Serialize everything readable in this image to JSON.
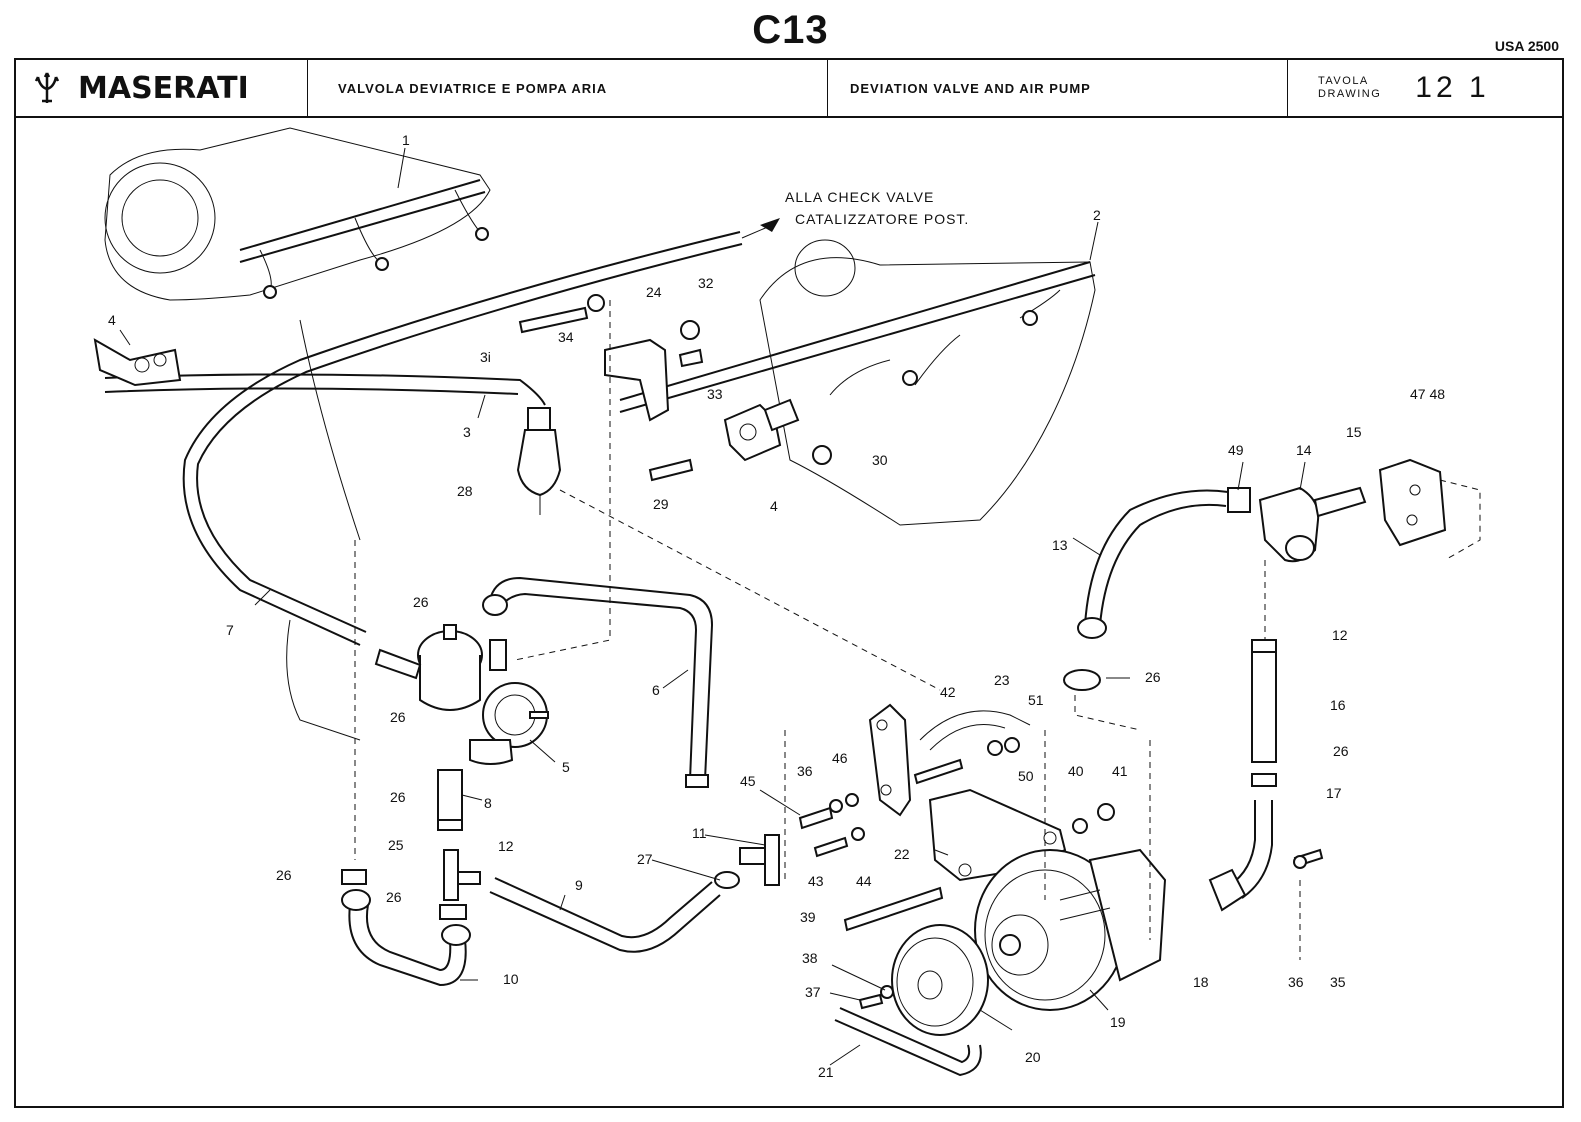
{
  "page": {
    "code": "C13",
    "market": "USA 2500"
  },
  "header": {
    "brand": "MASERATI",
    "title_it": "VALVOLA DEVIATRICE E POMPA ARIA",
    "title_en": "DEVIATION VALVE AND AIR PUMP",
    "tavola_label": "TAVOLA",
    "drawing_label": "DRAWING",
    "drawing_number": "12 1"
  },
  "diagram": {
    "note_line1": "ALLA CHECK VALVE",
    "note_line2": "CATALIZZATORE POST.",
    "callouts": [
      "1",
      "2",
      "3",
      "4",
      "3i",
      "34",
      "24",
      "32",
      "33",
      "28",
      "29",
      "4",
      "30",
      "7",
      "26",
      "6",
      "5",
      "26",
      "8",
      "26",
      "25",
      "12",
      "26",
      "26",
      "10",
      "9",
      "27",
      "11",
      "45",
      "36",
      "46",
      "42",
      "23",
      "51",
      "50",
      "40",
      "41",
      "43",
      "44",
      "22",
      "39",
      "38",
      "37",
      "20",
      "21",
      "19",
      "13",
      "26",
      "49",
      "14",
      "15",
      "47 48",
      "12",
      "16",
      "26",
      "17",
      "18",
      "36",
      "35"
    ]
  }
}
